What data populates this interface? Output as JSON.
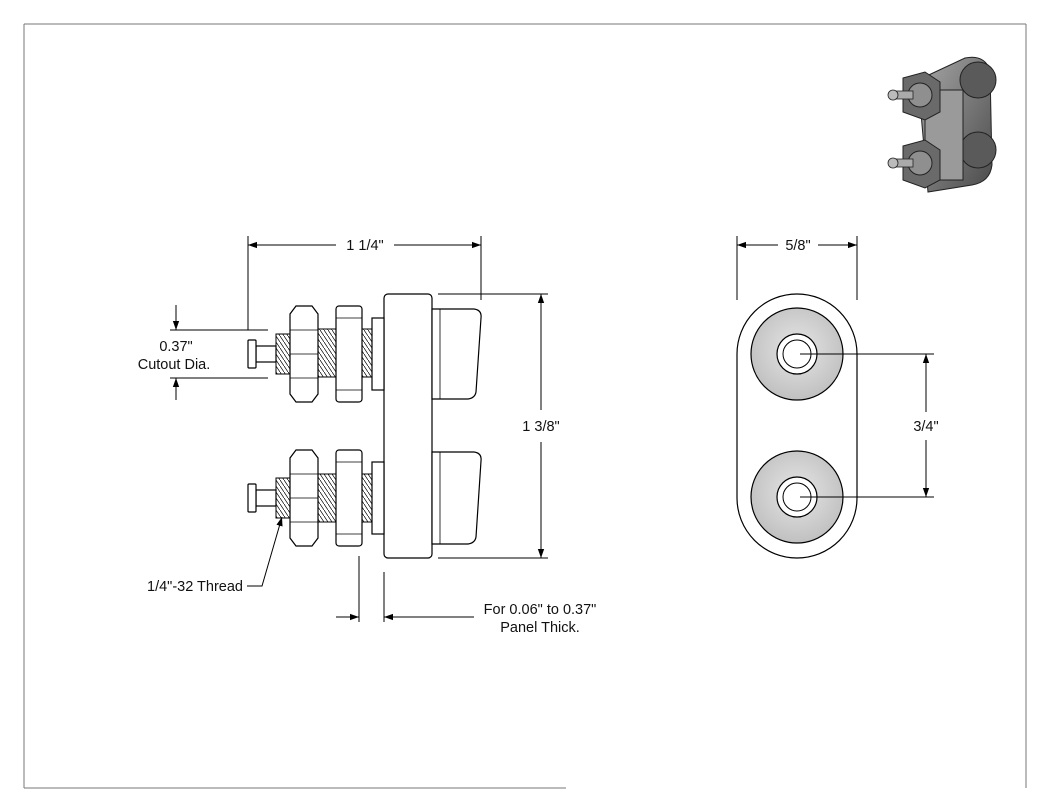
{
  "dimensions": {
    "overall_width": "1 1/4\"",
    "cutout_value": "0.37\"",
    "cutout_label": "Cutout Dia.",
    "overall_height": "1 3/8\"",
    "thread": "1/4\"-32 Thread",
    "panel_line1": "For 0.06\" to 0.37\"",
    "panel_line2": "Panel Thick.",
    "base_width": "5/8\"",
    "stud_spacing": "3/4\""
  },
  "colors": {
    "line": "#000000",
    "frame": "#777777",
    "iso_dark": "#3a3a3a",
    "iso_mid": "#8a8a8a",
    "iso_light": "#c8c8c8"
  },
  "icons": [
    "isometric-terminal-block-icon"
  ]
}
